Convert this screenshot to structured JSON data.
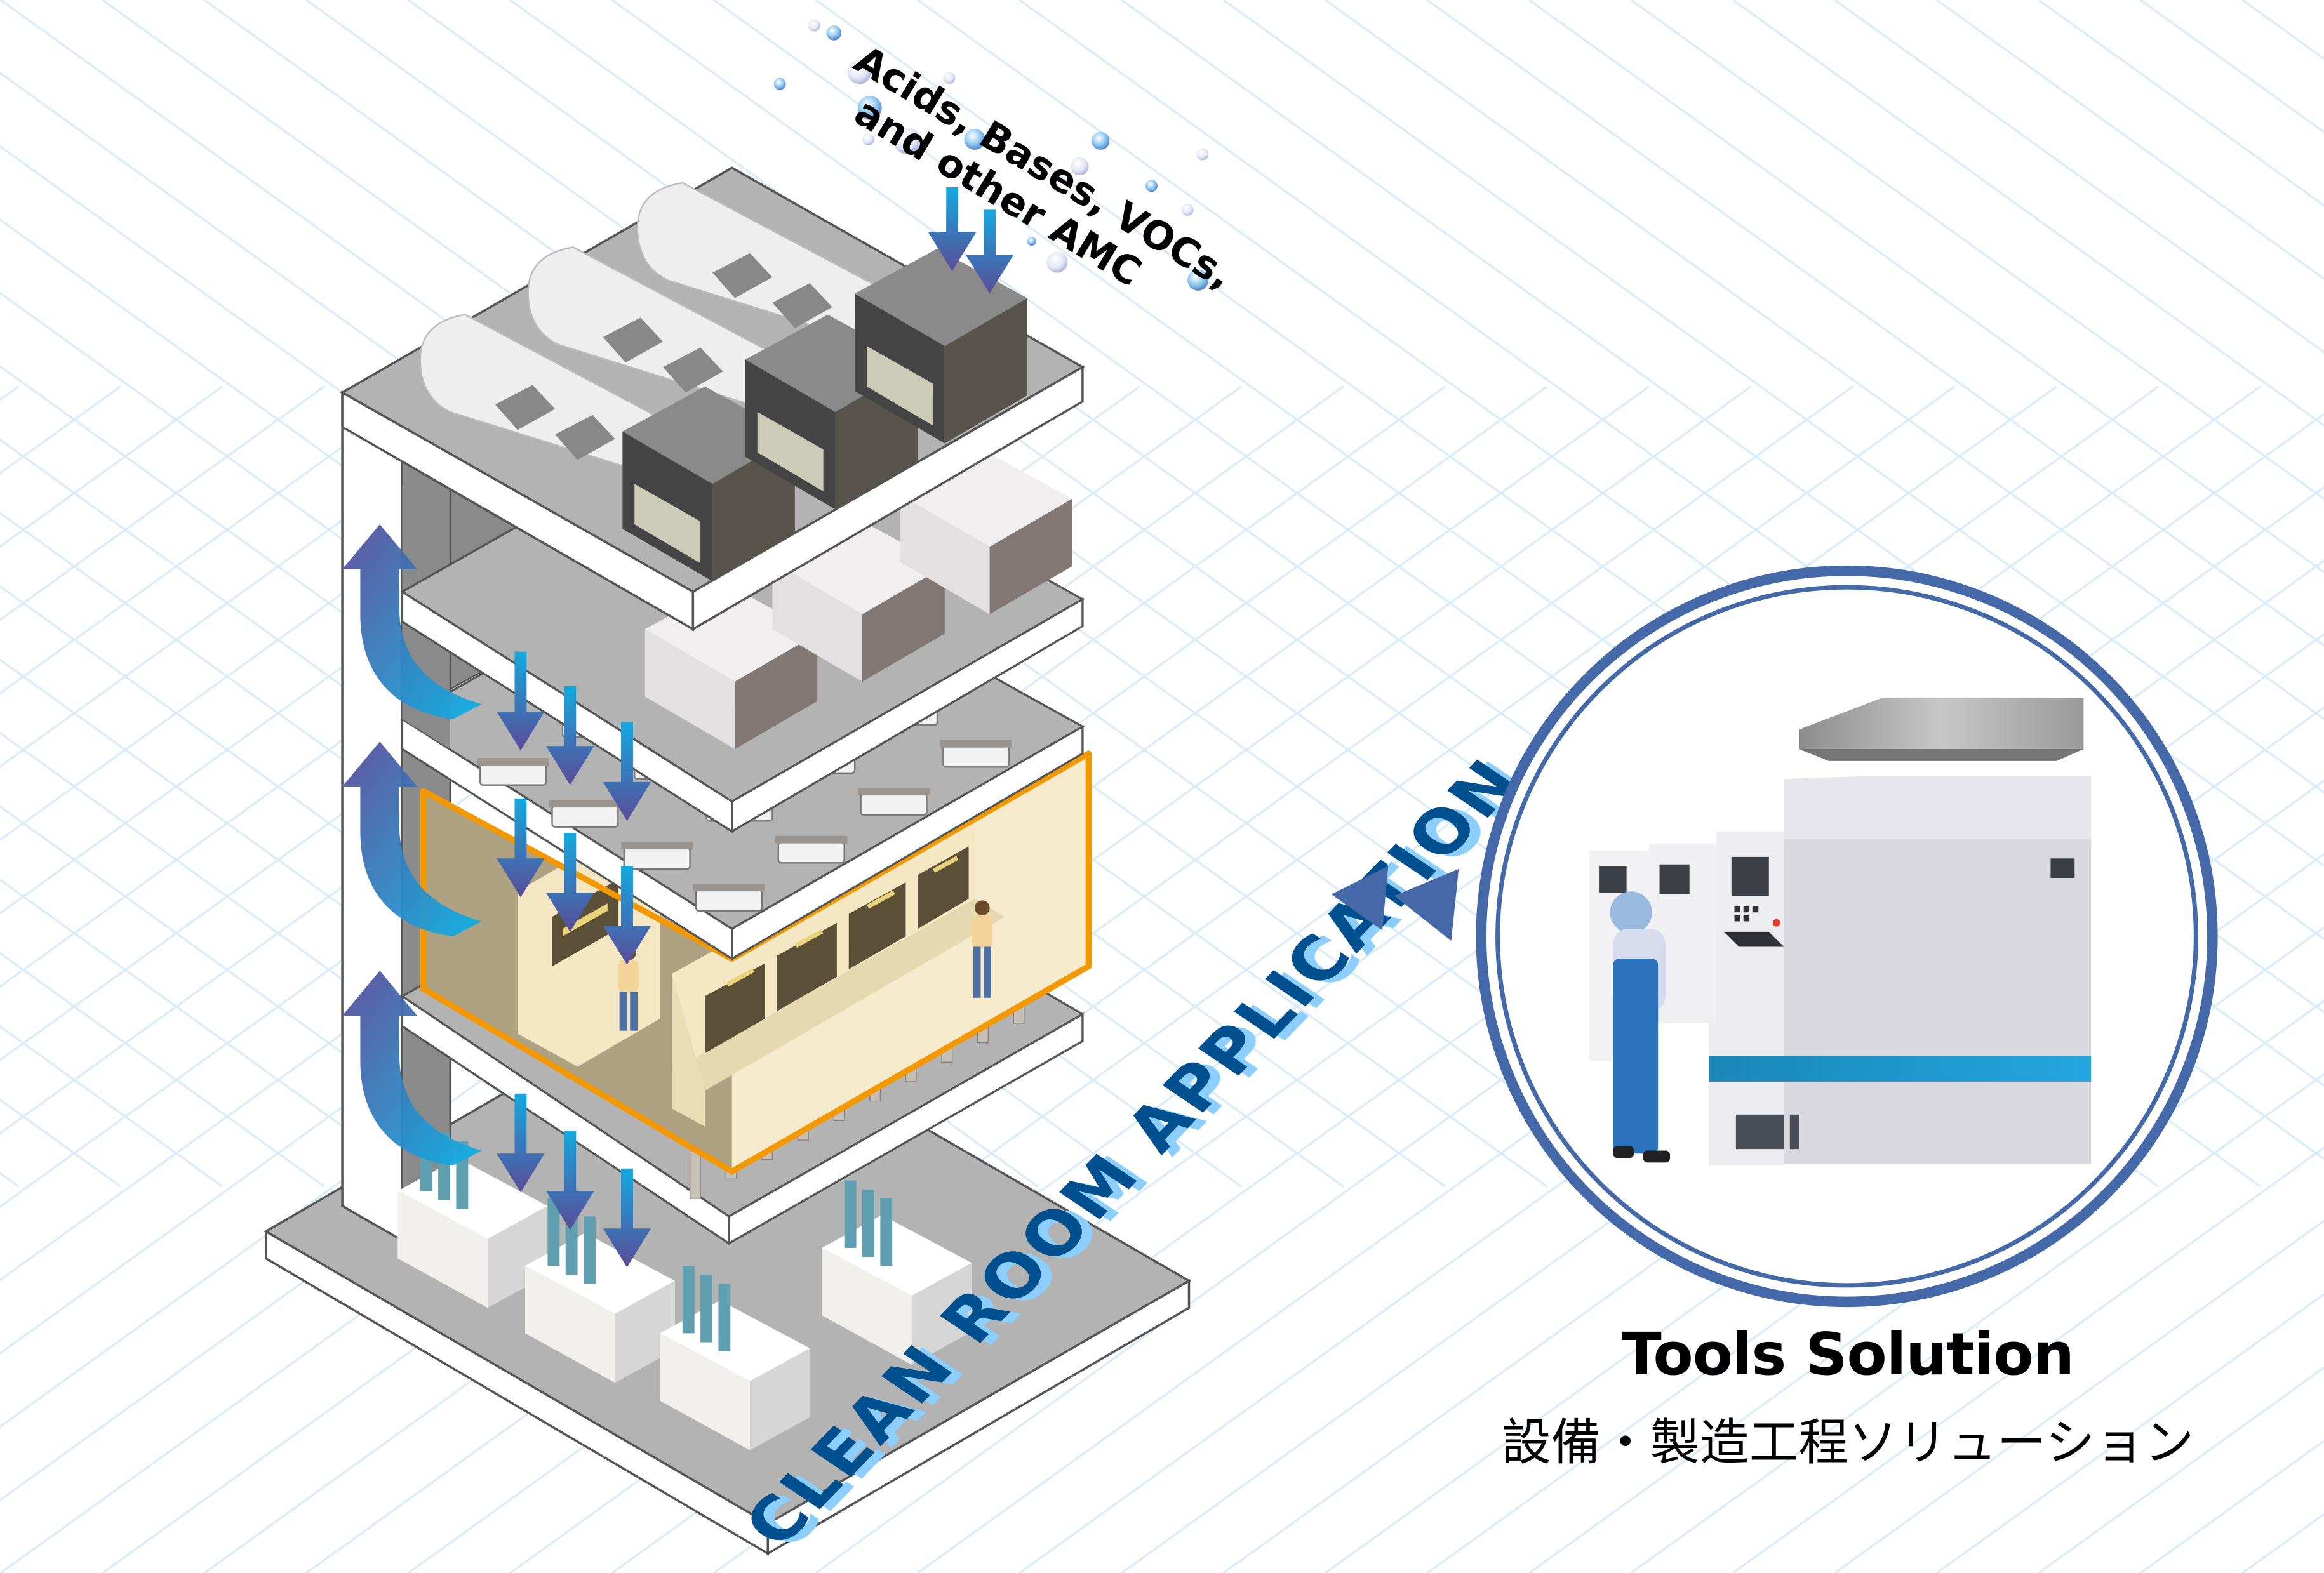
{
  "illustration": {
    "title": "Clean Room Application",
    "contaminants_label_line1": "Acids, Bases, VOCs,",
    "contaminants_label_line2": "and other AMC",
    "clean_room_label": "CLEAN ROOM APPLICATION",
    "callout": {
      "title": "Tools Solution",
      "subtitle": "設備・製造工程ソリューション"
    },
    "icons": [
      "contaminant-bubble-icon",
      "downflow-arrow-icon",
      "return-air-curved-arrow-icon",
      "rewind-triangles-icon",
      "filter-unit-icon",
      "operator-figure-icon",
      "process-tool-icon"
    ],
    "floors": [
      "rooftop-air-handlers",
      "filter-plenum",
      "ffu-ceiling",
      "cleanroom-fab",
      "subfab"
    ],
    "colors": {
      "accent_blue": "#4569a8",
      "label_dark_blue": "#00508f",
      "label_light_blue": "#8ccfff",
      "highlight_orange": "#f39800",
      "cleanroom_fill": "#fdf1d3",
      "slab_gray": "#b3b3b3",
      "grid_line": "#d8ecfb",
      "arrow_top": "#14a9e0",
      "arrow_bottom": "#5a4c98",
      "tool_stripe": "#1f9fd8"
    }
  }
}
